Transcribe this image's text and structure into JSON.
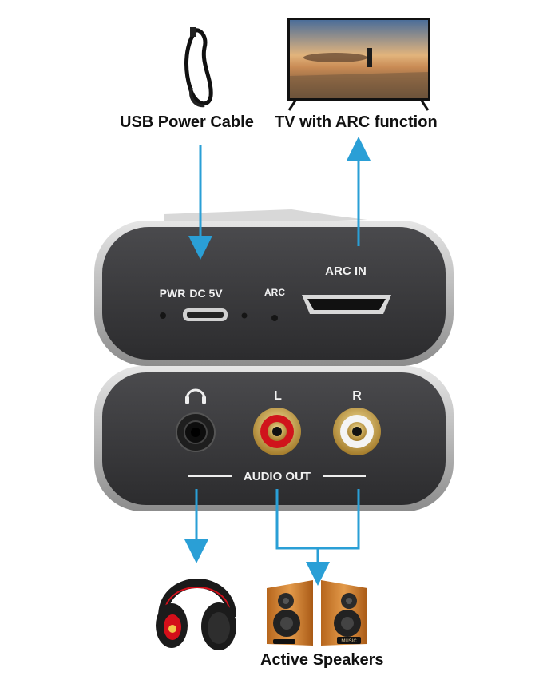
{
  "labels": {
    "usb_power_cable": "USB Power Cable",
    "tv_arc": "TV with ARC function",
    "active_speakers": "Active Speakers"
  },
  "front_panel": {
    "pwr": "PWR",
    "dc5v": "DC 5V",
    "arc": "ARC",
    "arc_in": "ARC IN"
  },
  "back_panel": {
    "left": "L",
    "right": "R",
    "audio_out": "AUDIO OUT"
  },
  "speaker_badge": "MUSIC",
  "colors": {
    "arrow": "#2a9fd6",
    "panel": "#3a3a3c",
    "casing": "#c9c9c9",
    "rca_left": "#d0141c",
    "rca_right": "#f4f4f4"
  }
}
